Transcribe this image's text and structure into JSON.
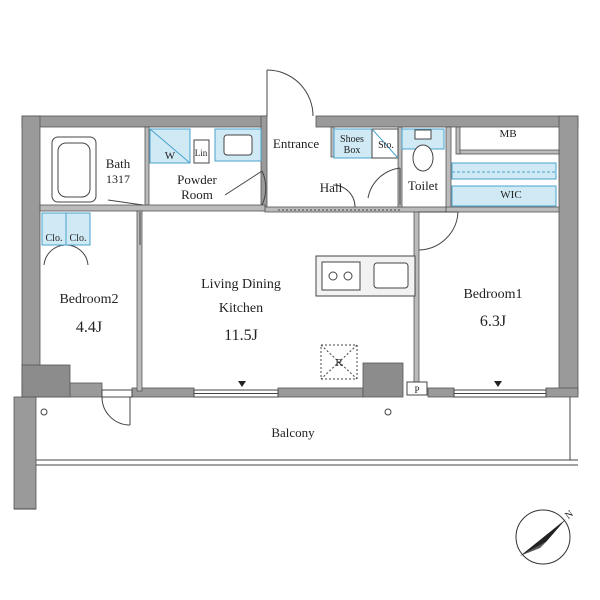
{
  "rooms": {
    "entrance": "Entrance",
    "shoes_box_line1": "Shoes",
    "shoes_box_line2": "Box",
    "storage": "Sto.",
    "mb": "MB",
    "bath_line1": "Bath",
    "bath_line2": "1317",
    "washer": "W",
    "linen": "Lin",
    "powder_line1": "Powder",
    "powder_line2": "Room",
    "hall": "Hall",
    "toilet": "Toilet",
    "wic": "WIC",
    "closet_left": "Clo.",
    "closet_right": "Clo.",
    "bedroom2_name": "Bedroom2",
    "bedroom2_size": "4.4J",
    "ldk_line1": "Living Dining",
    "ldk_line2": "Kitchen",
    "ldk_size": "11.5J",
    "refrigerator": "R",
    "bedroom1_name": "Bedroom1",
    "bedroom1_size": "6.3J",
    "pipe_space": "P",
    "balcony": "Balcony",
    "north": "N"
  },
  "colors": {
    "wall": "#9a9a9a",
    "wall_dark": "#8c8c8c",
    "line": "#333333",
    "fixture_blue": "#cfe9f5",
    "fixture_blue_line": "#4aa3cc",
    "kitchen_fill": "#f2f2f2"
  }
}
